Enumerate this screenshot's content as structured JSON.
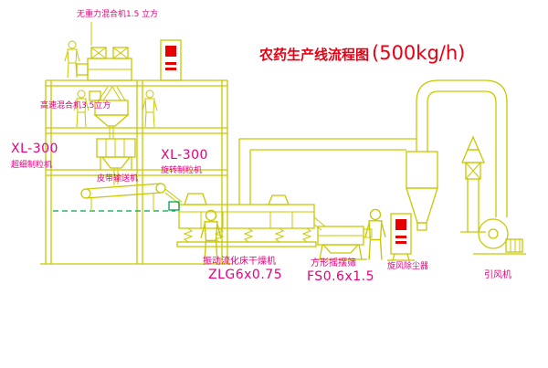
{
  "title": {
    "text": "农药生产线流程图",
    "capacity": "(500kg/h)"
  },
  "equipment_labels": {
    "gravity_mixer": "无重力混合机1.5 立方",
    "high_speed_mixer": "高速混合机3.5立方",
    "granulator_left": {
      "model": "XL-300",
      "name": "超细制粒机"
    },
    "granulator_mid": {
      "model": "XL-300",
      "name": "旋转制粒机"
    },
    "belt_conveyor": "皮带输送机",
    "fluid_bed_dryer": {
      "name": "振动流化床干燥机",
      "model": "ZLG6x0.75"
    },
    "square_sieve": {
      "name": "方形摇摆筛",
      "model": "FS0.6x1.5"
    },
    "cyclone_dust_collector": "旋风除尘器",
    "induced_draft_fan": "引风机"
  },
  "colors": {
    "line-yellow": "#c8c800",
    "line-green": "#00a551",
    "label-magenta": "#e6007e",
    "title-red": "#e60012",
    "accent-red": "#e60000",
    "background": "#ffffff"
  }
}
